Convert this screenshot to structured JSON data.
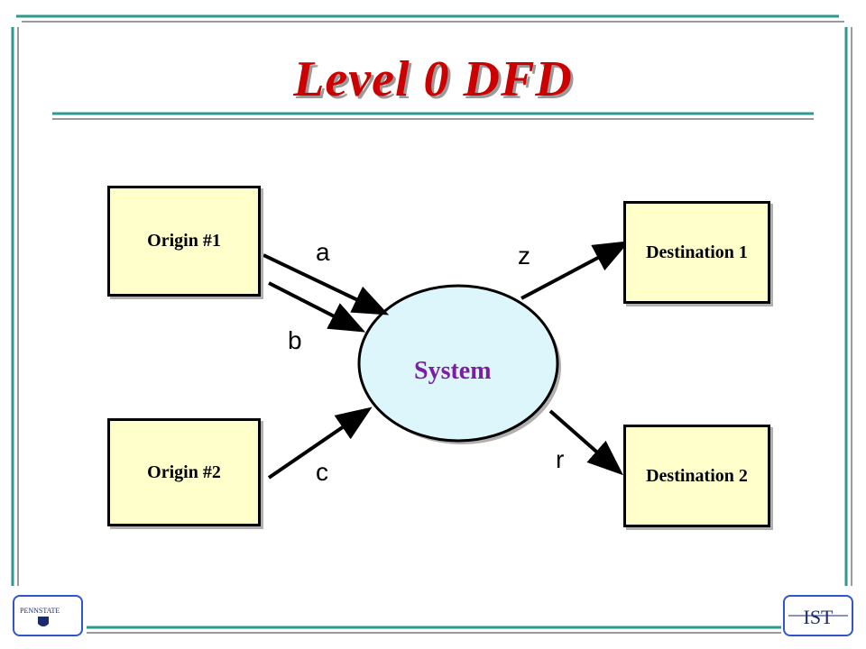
{
  "title": "Level 0 DFD",
  "entities": {
    "origin1": "Origin #1",
    "origin2": "Origin #2",
    "destination1": "Destination 1",
    "destination2": "Destination 2"
  },
  "process": {
    "label": "System"
  },
  "flows": {
    "a": "a",
    "b": "b",
    "c": "c",
    "z": "z",
    "r": "r"
  },
  "logos": {
    "left": "PENNSTATE",
    "right": "IST"
  },
  "colors": {
    "title": "#cc0000",
    "entity_fill": "#ffffcc",
    "process_fill": "#ddf6fb",
    "process_text": "#7b1fa2",
    "frame": "#2e9a8f",
    "logo_border": "#3355cc"
  }
}
